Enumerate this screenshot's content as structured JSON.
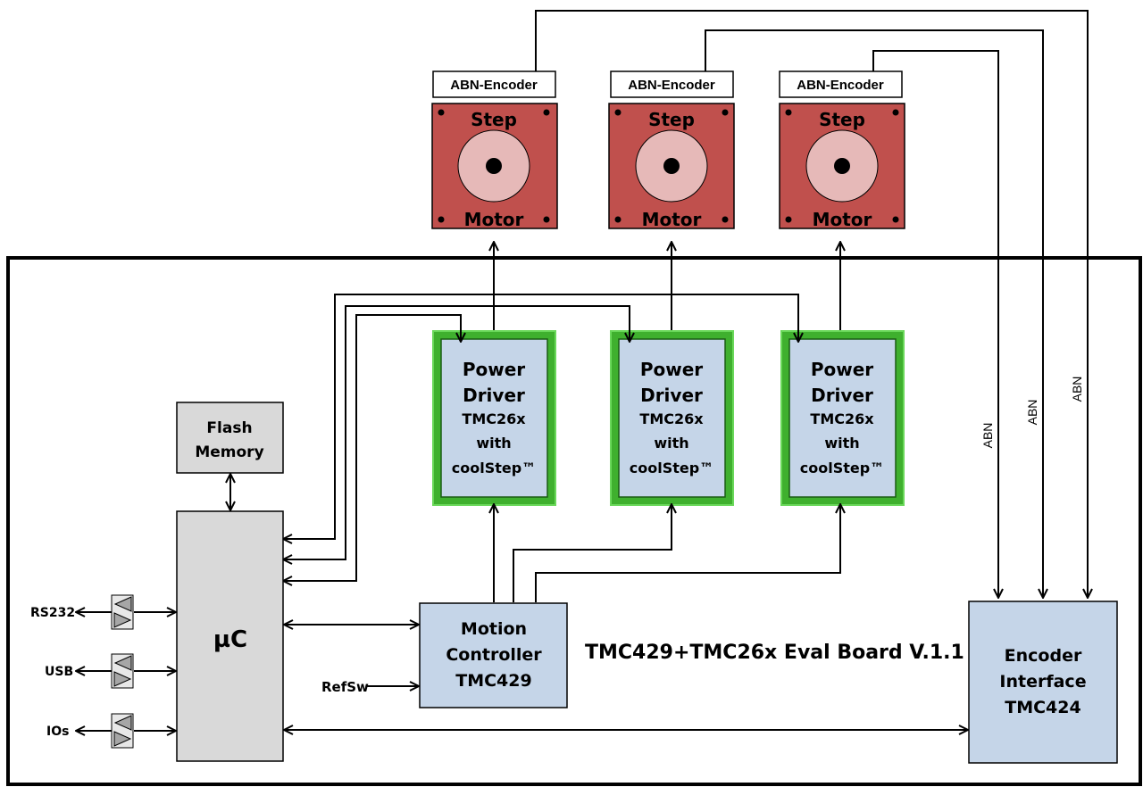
{
  "board": {
    "title": "TMC429+TMC26x Eval Board V.1.1"
  },
  "encoders": [
    {
      "label": "ABN-Encoder"
    },
    {
      "label": "ABN-Encoder"
    },
    {
      "label": "ABN-Encoder"
    }
  ],
  "motors": [
    {
      "top": "Step",
      "bottom": "Motor"
    },
    {
      "top": "Step",
      "bottom": "Motor"
    },
    {
      "top": "Step",
      "bottom": "Motor"
    }
  ],
  "drivers": [
    {
      "line1": "Power",
      "line2": "Driver",
      "line3": "TMC26x",
      "line4": "with",
      "line5": "coolStep™"
    },
    {
      "line1": "Power",
      "line2": "Driver",
      "line3": "TMC26x",
      "line4": "with",
      "line5": "coolStep™"
    },
    {
      "line1": "Power",
      "line2": "Driver",
      "line3": "TMC26x",
      "line4": "with",
      "line5": "coolStep™"
    }
  ],
  "flash": {
    "line1": "Flash",
    "line2": "Memory"
  },
  "mcu": {
    "label": "µC"
  },
  "motion_controller": {
    "line1": "Motion",
    "line2": "Controller",
    "line3": "TMC429"
  },
  "encoder_interface": {
    "line1": "Encoder",
    "line2": "Interface",
    "line3": "TMC424"
  },
  "ports": {
    "rs232": "RS232",
    "usb": "USB",
    "ios": "IOs",
    "refsw": "RefSw"
  },
  "abn_labels": [
    "ABN",
    "ABN",
    "ABN"
  ],
  "colors": {
    "motor_fill": "#c0504d",
    "rotor_fill": "#e6b9b8",
    "driver_fill": "#c5d5e8",
    "driver_border": "#4bbd36",
    "gray_fill": "#d9d9d9",
    "blue_fill": "#c5d5e8"
  }
}
